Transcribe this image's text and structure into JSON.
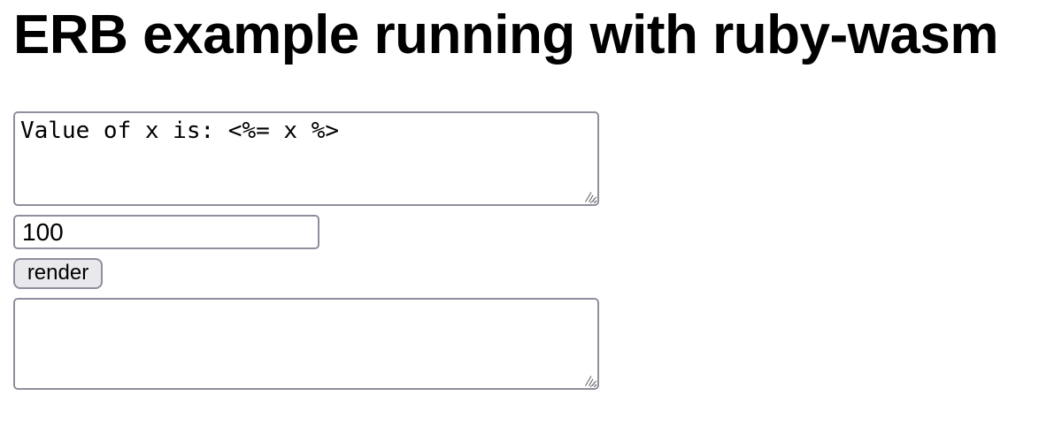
{
  "page": {
    "title": "ERB example running with ruby-wasm"
  },
  "editor": {
    "template_value": "Value of x is: <%= x %>"
  },
  "inputs": {
    "x_value": "100"
  },
  "buttons": {
    "render_label": "render"
  },
  "output": {
    "value": ""
  },
  "icons": {
    "resize_handle": "diagonal-grip-lines"
  },
  "colors": {
    "page_background": "#ffffff",
    "text": "#000000",
    "control_border": "#8f8f9d",
    "button_background": "#e9e9ed",
    "resize_grip": "#6e6e78"
  }
}
